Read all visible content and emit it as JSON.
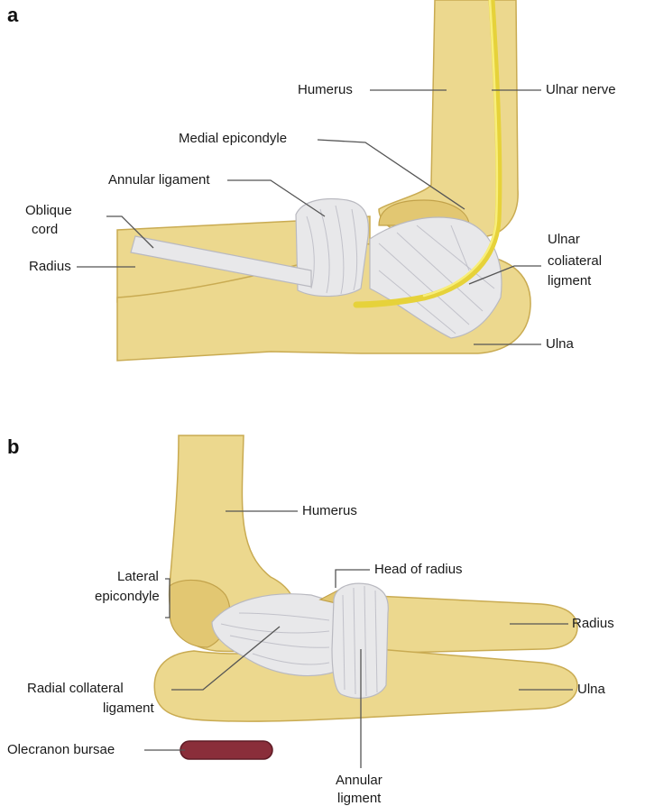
{
  "panel_a": {
    "letter": "a",
    "labels": {
      "humerus": "Humerus",
      "ulnar_nerve": "Ulnar nerve",
      "medial_epicondyle": "Medial epicondyle",
      "annular_ligament": "Annular ligament",
      "oblique_cord_1": "Oblique",
      "oblique_cord_2": "cord",
      "radius": "Radius",
      "ulnar_collateral_1": "Ulnar",
      "ulnar_collateral_2": "coliateral",
      "ulnar_collateral_3": "ligment",
      "ulna": "Ulna"
    }
  },
  "panel_b": {
    "letter": "b",
    "labels": {
      "humerus": "Humerus",
      "head_of_radius": "Head of radius",
      "lateral_epicondyle_1": "Lateral",
      "lateral_epicondyle_2": "epicondyle",
      "radius": "Radius",
      "radial_collateral_1": "Radial collateral",
      "radial_collateral_2": "ligament",
      "ulna": "Ulna",
      "olecranon_bursae": "Olecranon bursae",
      "annular_ligment_1": "Annular",
      "annular_ligment_2": "ligment"
    }
  },
  "colors": {
    "bone": "#ecd88e",
    "ligament": "#e8e8ea",
    "nerve": "#e6d23a",
    "bursa": "#8a2e3a"
  }
}
